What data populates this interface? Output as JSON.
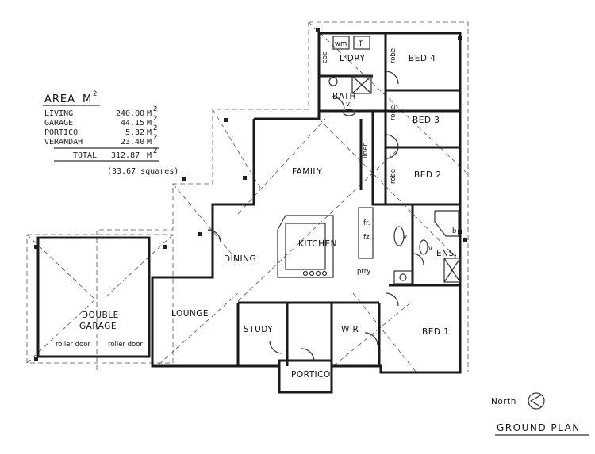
{
  "area_table": {
    "title": "AREA",
    "unit": "M",
    "unit_exp": "2",
    "rows": [
      {
        "label": "LIVING",
        "value": "240.00",
        "unit": "M",
        "exp": "2"
      },
      {
        "label": "GARAGE",
        "value": "44.15",
        "unit": "M",
        "exp": "2"
      },
      {
        "label": "PORTICO",
        "value": "5.32",
        "unit": "M",
        "exp": "2"
      },
      {
        "label": "VERANDAH",
        "value": "23.40",
        "unit": "M",
        "exp": "2"
      }
    ],
    "total_label": "TOTAL",
    "total_value": "312.87",
    "total_unit": "M",
    "total_exp": "2",
    "squares": "(33.67 squares)"
  },
  "rooms": {
    "cbd": "cbd",
    "wm": "wm",
    "tub": "T",
    "ldry": "L'DRY",
    "robe1": "robe",
    "bed4": "BED 4",
    "bath": "BATH",
    "bath_v": "v",
    "robe2": "robe",
    "bed3": "BED 3",
    "linen": "linen",
    "family": "FAMILY",
    "robe3": "robe",
    "bed2": "BED 2",
    "fr": "fr.",
    "fz": "fz.",
    "kitchen": "KITCHEN",
    "ptry": "ptry",
    "v1": "v",
    "v2": "v",
    "b": "b",
    "ens": "ENS.",
    "dining": "DINING",
    "double": "DOUBLE",
    "garage": "GARAGE",
    "roller1": "roller door",
    "roller2": "roller door",
    "lounge": "LOUNGE",
    "study": "STUDY",
    "wir": "WIR",
    "bed1": "BED 1",
    "portico": "PORTICO"
  },
  "legend": {
    "north": "North",
    "ground_plan": "GROUND PLAN"
  }
}
